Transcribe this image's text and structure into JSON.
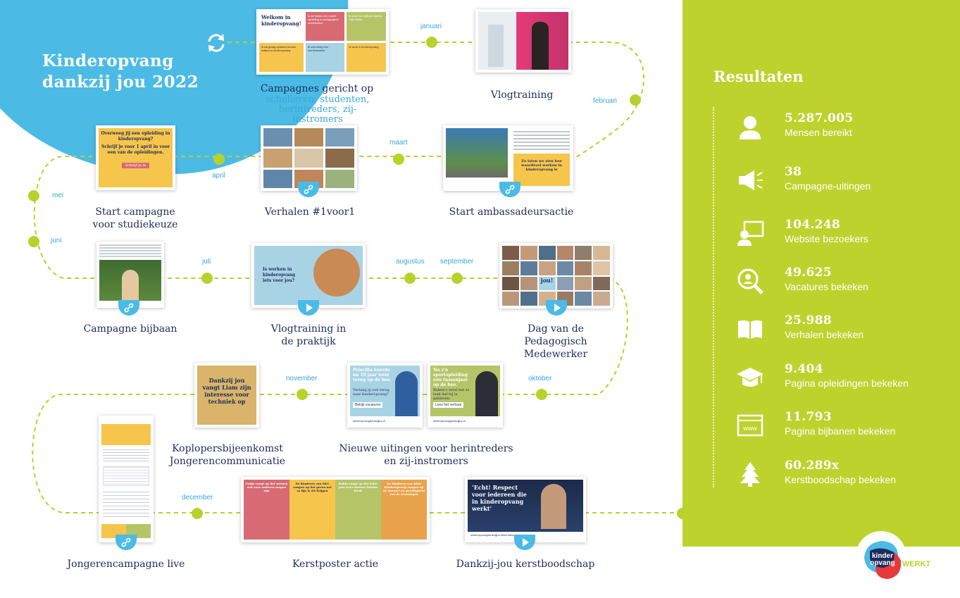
{
  "title_line1": "Kinderopvang",
  "title_line2": "dankzij jou 2022",
  "months": {
    "januari": "januari",
    "februari": "februari",
    "maart": "maart",
    "april": "april",
    "mei": "mei",
    "juni": "juni",
    "juli": "juli",
    "augustus": "augustus",
    "september": "september",
    "oktober": "oktober",
    "november": "november",
    "december": "december"
  },
  "items": {
    "campagnes": {
      "title": "Campagnes gericht op",
      "subtitle": "scholieren, studenten, herintreders, zij-instromers",
      "tiles": [
        "Welkom in kinderopvang!",
        "Ik wil straks een mooie opleiding in pedagogisch medewerker",
        "Ik zoek een bijbaan tijdens mijn studie",
        "Ik wil graag opnieuw kennis maken in kinderopvang",
        "Ik overweeg een carrièreswitch",
        "Ik werk in kinderopvang"
      ]
    },
    "vlogtraining": {
      "title": "Vlogtraining"
    },
    "studiekeuze": {
      "title_line1": "Start campagne",
      "title_line2": "voor studiekeuze",
      "card_heading": "Overweeg jij een opleiding in kinderopvang?",
      "card_body": "Schrijf je voor 1 april in voor een van de opleidingen.",
      "card_button": "Schrijf je in"
    },
    "verhalen": {
      "title": "Verhalen #1voor1"
    },
    "ambassadeurs": {
      "title": "Start ambassadeursactie",
      "card_text": "Zo laten we zien hoe waardevol werken in kinderopvang is"
    },
    "bijbaan": {
      "title": "Campagne bijbaan"
    },
    "vlogpraktijk": {
      "title_line1": "Vlogtraining in",
      "title_line2": "de praktijk",
      "card_text": "Is werken in kinderopvang iets voor jou?"
    },
    "dagvande": {
      "title_line1": "Dag van de",
      "title_line2": "Pedagogisch",
      "title_line3": "Medewerker",
      "card_text": "jou!"
    },
    "koplopers": {
      "title_line1": "Koplopersbijeenkomst",
      "title_line2": "Jongerencommunicatie",
      "card_text": "Dankzij jou vangt Liam zijn interesse voor techniek op"
    },
    "nieuwe": {
      "title_line1": "Nieuwe uitingen voor herintreders",
      "title_line2": "en zij-instromers",
      "card1_heading": "Priscilla keerde na 19 jaar weer terug op de bso.",
      "card1_body": "Verlang jij ook terug naar kinderopvang?",
      "card1_button": "Bekijk vacatures",
      "card1_url": "kinderopvangdankzijjou.nl",
      "card2_heading": "Na z'n sportopleiding een tussenjaar op de bso.",
      "card2_body": "Ruben's wout het zo leuk dat hij is gebleven.",
      "card2_button": "Lees het verhaal",
      "card2_url": "kinderopvangdankzijjou.nl"
    },
    "jongeren": {
      "title": "Jongerencampagne live"
    },
    "kerstposter": {
      "title": "Kerstposter actie",
      "posters": [
        "Nadja vangt op dat wensen ook voor anderen mogen zijn",
        "De kinderen van SKG vangen op dat geven net zo fijn is als krijgen",
        "Robin vangt op dat ieder jaar weer nieuwe kansen biedt",
        "De kinderen van Bink Kinderopvang vangen op de warmte en gezelligheid van de feestdagen"
      ]
    },
    "kerstboodschap": {
      "title": "Dankzij-jou kerstboodschap",
      "card_text": "‘Echt! Respect voor iedereen die in kinderopvang werkt’",
      "card_url": "kinderopvangdankzijjou.nl/kerstboodschap"
    }
  },
  "results": {
    "heading": "Resultaten",
    "stats": [
      {
        "value": "5.287.005",
        "label": "Mensen bereikt",
        "icon": "person-icon"
      },
      {
        "value": "38",
        "label": "Campagne-uitingen",
        "icon": "megaphone-icon"
      },
      {
        "value": "104.248",
        "label": "Website bezoekers",
        "icon": "screen-user-icon"
      },
      {
        "value": "49.625",
        "label": "Vacatures bekeken",
        "icon": "search-person-icon"
      },
      {
        "value": "25.988",
        "label": "Verhalen bekeken",
        "icon": "book-icon"
      },
      {
        "value": "9.404",
        "label": "Pagina opleidingen bekeken",
        "icon": "graduation-cap-icon"
      },
      {
        "value": "11.793",
        "label": "Pagina bijbanen bekeken",
        "icon": "browser-www-icon"
      },
      {
        "value": "60.289x",
        "label": "Kerstboodschap bekeken",
        "icon": "christmas-tree-icon"
      }
    ]
  },
  "logo": {
    "line1": "kinder",
    "line2": "opvang",
    "line3": "WERKT"
  },
  "colors": {
    "blue": "#4bbbe6",
    "green": "#bed22d",
    "navy": "#1d2b5a",
    "dot": "#b9d12c",
    "month": "#3aa7d8"
  }
}
